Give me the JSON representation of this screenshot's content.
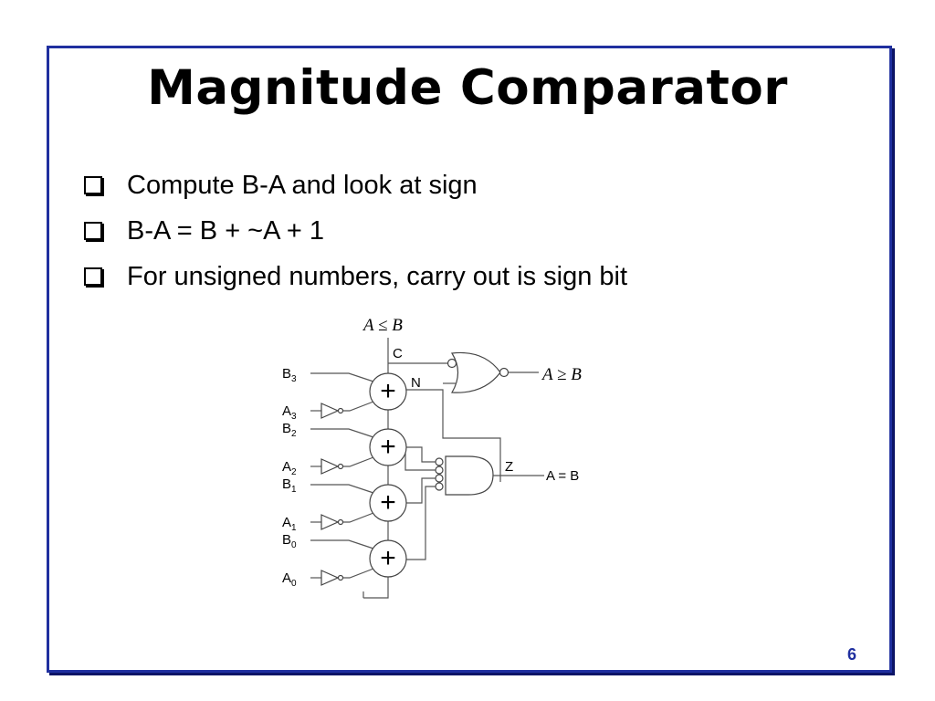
{
  "slide": {
    "title": "Magnitude Comparator",
    "page_number": "6"
  },
  "bullets": [
    {
      "text": "Compute B-A and look at sign"
    },
    {
      "text": "B-A = B + ~A + 1"
    },
    {
      "text": "For unsigned numbers, carry out is sign bit"
    }
  ],
  "diagram": {
    "output_top": "A ≤ B",
    "output_ge": "A ≥ B",
    "output_eq": "A = B",
    "node_c": "C",
    "node_n": "N",
    "node_z": "Z",
    "adder_symbol": "+",
    "inputs": [
      {
        "base": "B",
        "sub": "3"
      },
      {
        "base": "A",
        "sub": "3"
      },
      {
        "base": "B",
        "sub": "2"
      },
      {
        "base": "A",
        "sub": "2"
      },
      {
        "base": "B",
        "sub": "1"
      },
      {
        "base": "A",
        "sub": "1"
      },
      {
        "base": "B",
        "sub": "0"
      },
      {
        "base": "A",
        "sub": "0"
      }
    ]
  },
  "colors": {
    "frame": "#1f2f9f",
    "page_number": "#1f2f9f"
  }
}
